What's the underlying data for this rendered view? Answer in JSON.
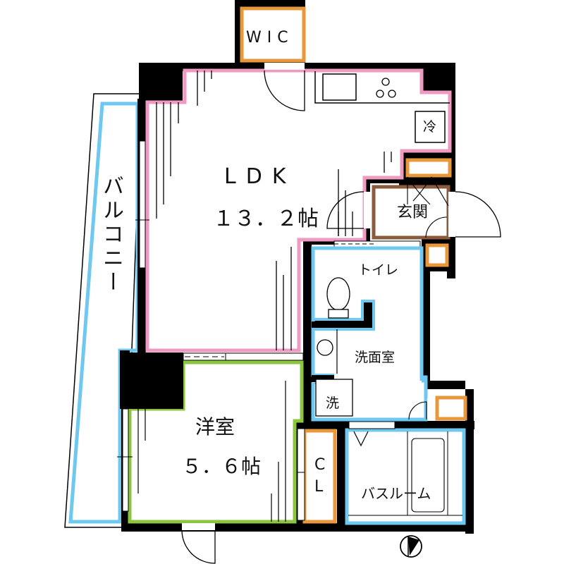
{
  "plan": {
    "colors": {
      "wall": "#000000",
      "ldk": "#ef9ac3",
      "wet": "#6ec8f0",
      "bedroom": "#8cc63f",
      "storage": "#e8983a",
      "entrance": "#8b5a3c",
      "background": "#ffffff"
    },
    "rooms": {
      "wic": {
        "label": "WIC"
      },
      "ldk": {
        "label": "LDK",
        "area": "13.2帖",
        "area_display": "１３．２帖"
      },
      "entrance": {
        "label": "玄関"
      },
      "toilet": {
        "label": "トイレ"
      },
      "washroom": {
        "label": "洗面室"
      },
      "washer": {
        "label": "洗"
      },
      "bedroom": {
        "label": "洋室",
        "area": "5.6帖",
        "area_display": "５．６帖"
      },
      "closet": {
        "label": "CL",
        "line1": "C",
        "line2": "L"
      },
      "bathroom": {
        "label": "バスルーム"
      },
      "balcony": {
        "label": "バルコニー"
      },
      "fridge": {
        "label": "冷"
      }
    },
    "fixtures": [
      "sink",
      "three-burner-stove",
      "refrigerator",
      "toilet",
      "washbasin",
      "washing-machine",
      "bathtub"
    ],
    "compass": {
      "name": "north-arrow"
    }
  }
}
